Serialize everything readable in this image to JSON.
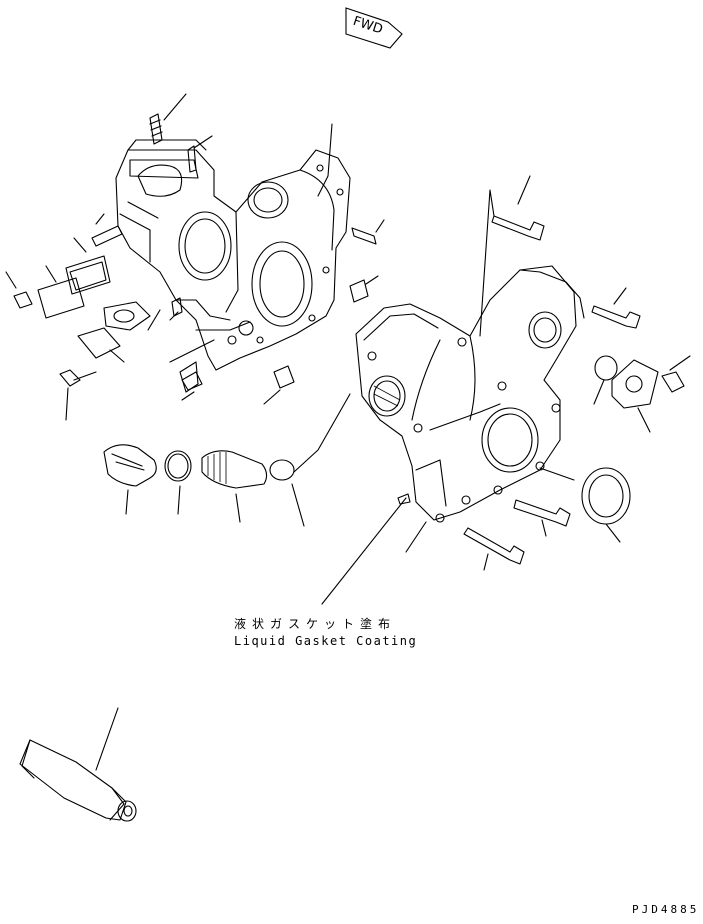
{
  "diagram": {
    "fwd_label": "FWD",
    "liquid_gasket_jp": "液状ガスケット塗布",
    "liquid_gasket_en": "Liquid Gasket Coating",
    "drawing_code": "PJD4885"
  }
}
